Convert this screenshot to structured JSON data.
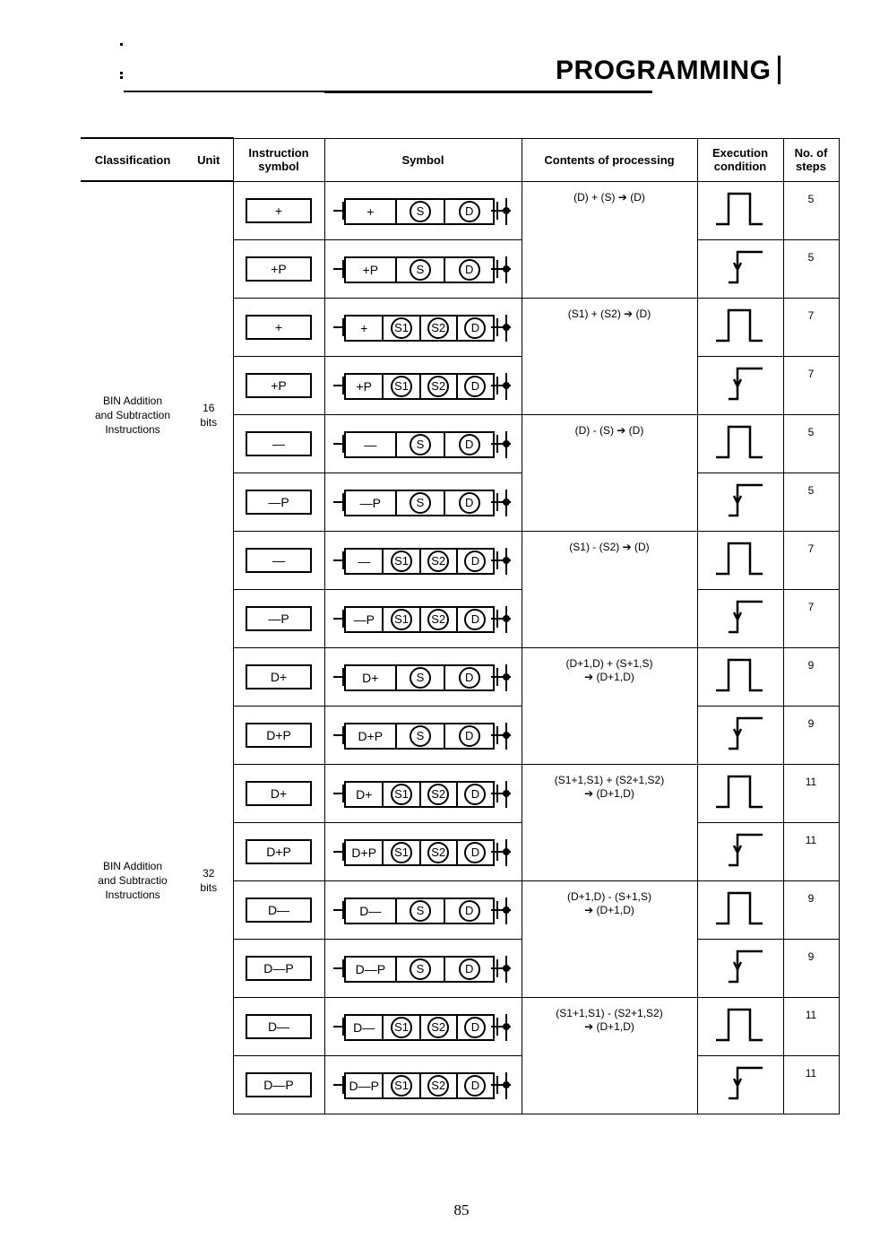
{
  "page": {
    "title": "PROGRAMMING",
    "page_number": "85"
  },
  "headers": {
    "classification": "Classification",
    "unit": "Unit",
    "instruction_symbol": "Instruction symbol",
    "symbol": "Symbol",
    "contents": "Contents of processing",
    "execution": "Execution condition",
    "steps": "No. of steps"
  },
  "groups": [
    {
      "classification": [
        "BIN Addition",
        "and Subtraction",
        "Instructions"
      ],
      "unit": [
        "16",
        "bits"
      ]
    },
    {
      "classification": [
        "BIN Addition",
        "and Subtractio",
        "Instructions"
      ],
      "unit": [
        "32",
        "bits"
      ]
    }
  ],
  "rows": [
    {
      "instr": "+",
      "op": "+",
      "operands": [
        "S",
        "D"
      ],
      "contents": [
        "(D) + (S) ➔ (D)"
      ],
      "exec": "pulse",
      "steps": "5"
    },
    {
      "instr": "+P",
      "op": "+P",
      "operands": [
        "S",
        "D"
      ],
      "contents": [],
      "exec": "rise",
      "steps": "5"
    },
    {
      "instr": "+",
      "op": "+",
      "operands": [
        "S1",
        "S2",
        "D"
      ],
      "contents": [
        "(S1) + (S2) ➔ (D)"
      ],
      "exec": "pulse",
      "steps": "7"
    },
    {
      "instr": "+P",
      "op": "+P",
      "operands": [
        "S1",
        "S2",
        "D"
      ],
      "contents": [],
      "exec": "rise",
      "steps": "7"
    },
    {
      "instr": "—",
      "op": "—",
      "operands": [
        "S",
        "D"
      ],
      "contents": [
        "(D) - (S) ➔ (D)"
      ],
      "exec": "pulse",
      "steps": "5"
    },
    {
      "instr": "—P",
      "op": "—P",
      "operands": [
        "S",
        "D"
      ],
      "contents": [],
      "exec": "rise",
      "steps": "5"
    },
    {
      "instr": "—",
      "op": "—",
      "operands": [
        "S1",
        "S2",
        "D"
      ],
      "contents": [
        "(S1) - (S2) ➔ (D)"
      ],
      "exec": "pulse",
      "steps": "7"
    },
    {
      "instr": "—P",
      "op": "—P",
      "operands": [
        "S1",
        "S2",
        "D"
      ],
      "contents": [],
      "exec": "rise",
      "steps": "7"
    },
    {
      "instr": "D+",
      "op": "D+",
      "operands": [
        "S",
        "D"
      ],
      "contents": [
        "(D+1,D) + (S+1,S)",
        "➔ (D+1,D)"
      ],
      "exec": "pulse",
      "steps": "9"
    },
    {
      "instr": "D+P",
      "op": "D+P",
      "operands": [
        "S",
        "D"
      ],
      "contents": [],
      "exec": "rise",
      "steps": "9"
    },
    {
      "instr": "D+",
      "op": "D+",
      "operands": [
        "S1",
        "S2",
        "D"
      ],
      "contents": [
        "(S1+1,S1) + (S2+1,S2)",
        "➔ (D+1,D)"
      ],
      "exec": "pulse",
      "steps": "11"
    },
    {
      "instr": "D+P",
      "op": "D+P",
      "operands": [
        "S1",
        "S2",
        "D"
      ],
      "contents": [],
      "exec": "rise",
      "steps": "11"
    },
    {
      "instr": "D—",
      "op": "D—",
      "operands": [
        "S",
        "D"
      ],
      "contents": [
        "(D+1,D) - (S+1,S)",
        "➔ (D+1,D)"
      ],
      "exec": "pulse",
      "steps": "9"
    },
    {
      "instr": "D—P",
      "op": "D—P",
      "operands": [
        "S",
        "D"
      ],
      "contents": [],
      "exec": "rise",
      "steps": "9"
    },
    {
      "instr": "D—",
      "op": "D—",
      "operands": [
        "S1",
        "S2",
        "D"
      ],
      "contents": [
        "(S1+1,S1) - (S2+1,S2)",
        "➔ (D+1,D)"
      ],
      "exec": "pulse",
      "steps": "11"
    },
    {
      "instr": "D—P",
      "op": "D—P",
      "operands": [
        "S1",
        "S2",
        "D"
      ],
      "contents": [],
      "exec": "rise",
      "steps": "11"
    }
  ]
}
